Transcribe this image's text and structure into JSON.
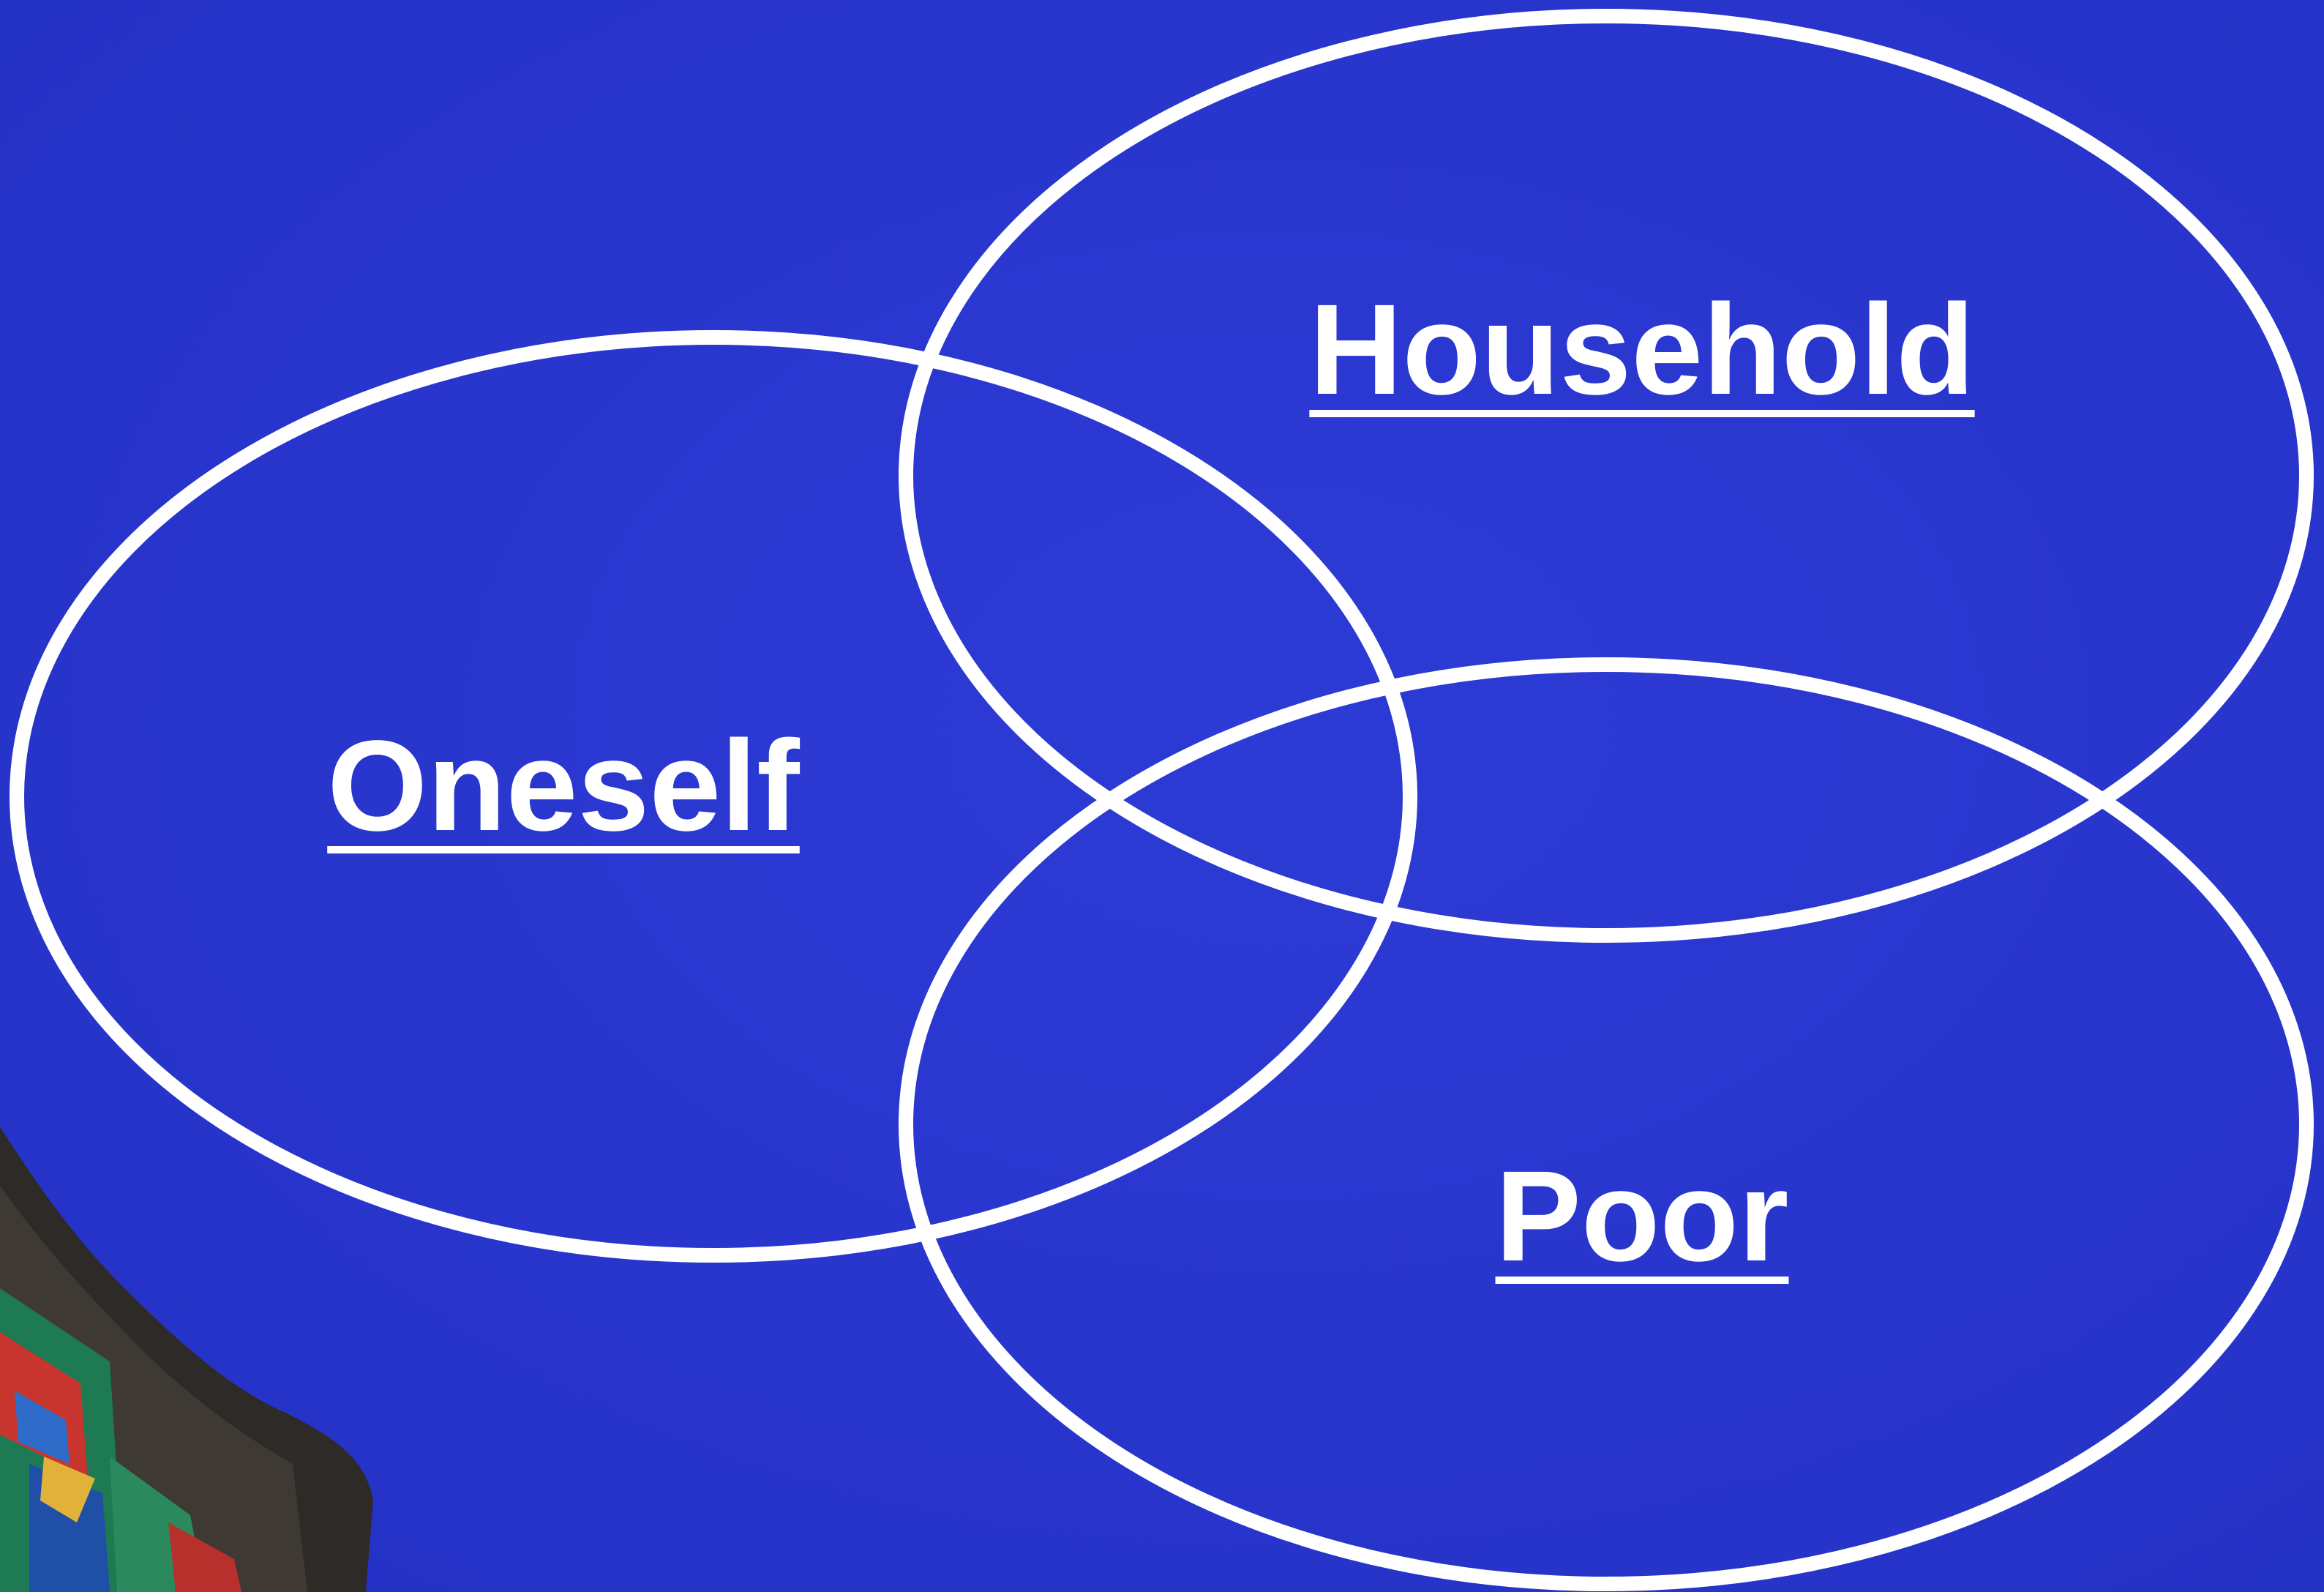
{
  "diagram": {
    "type": "venn",
    "background_color": "#2a37cf",
    "stroke_color": "#ffffff",
    "circles": [
      {
        "label": "Oneself"
      },
      {
        "label": "Household"
      },
      {
        "label": "Poor"
      }
    ]
  },
  "decoration": {
    "corner_image": "ornate-roof-eave"
  }
}
